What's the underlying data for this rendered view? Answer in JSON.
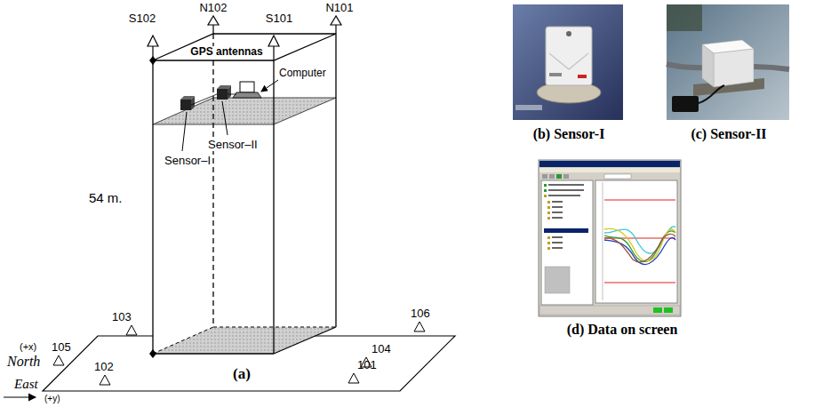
{
  "diagram": {
    "labels": [
      "S102",
      "N102",
      "N101",
      "S101",
      "GPS antennas",
      "Computer",
      "Sensor–I",
      "Sensor–II",
      "54 m.",
      "103",
      "106",
      "105",
      "(+x)",
      "104",
      "North",
      "102",
      "101",
      "East",
      "(+y)",
      "(a)",
      "(b) Sensor-I",
      "(c) Sensor-II",
      "(d) Data on screen"
    ]
  }
}
